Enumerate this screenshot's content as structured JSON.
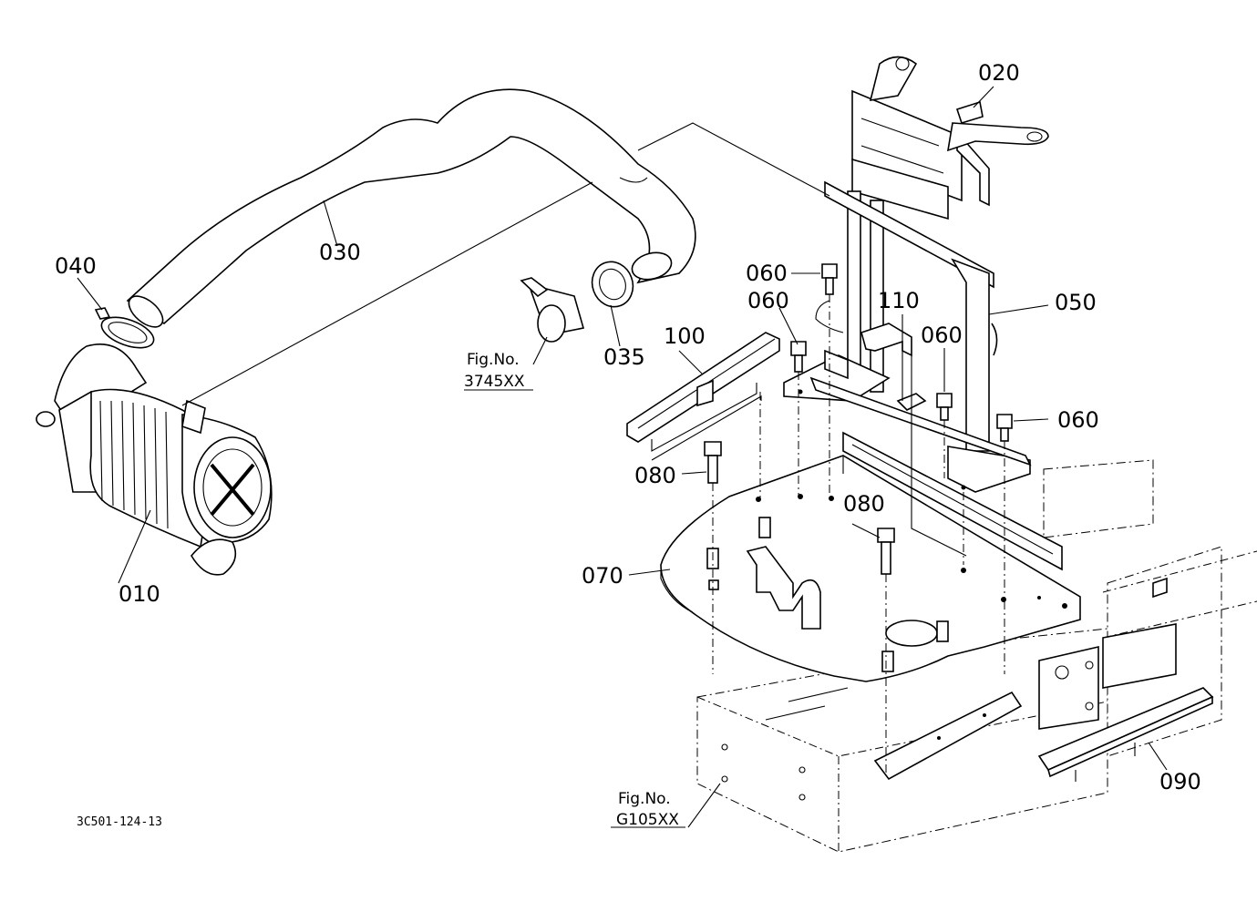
{
  "diagram_id": "3C501-124-13",
  "parts": [
    {
      "no": "010"
    },
    {
      "no": "020"
    },
    {
      "no": "030"
    },
    {
      "no": "035"
    },
    {
      "no": "040"
    },
    {
      "no": "050"
    },
    {
      "no": "060"
    },
    {
      "no": "070"
    },
    {
      "no": "080"
    },
    {
      "no": "090"
    },
    {
      "no": "100"
    },
    {
      "no": "110"
    }
  ],
  "references": [
    {
      "line1": "Fig.No.",
      "line2": "3745XX"
    },
    {
      "line1": "Fig.No.",
      "line2": "G105XX"
    }
  ],
  "colors": {
    "ink": "#000000",
    "paper": "#ffffff"
  }
}
